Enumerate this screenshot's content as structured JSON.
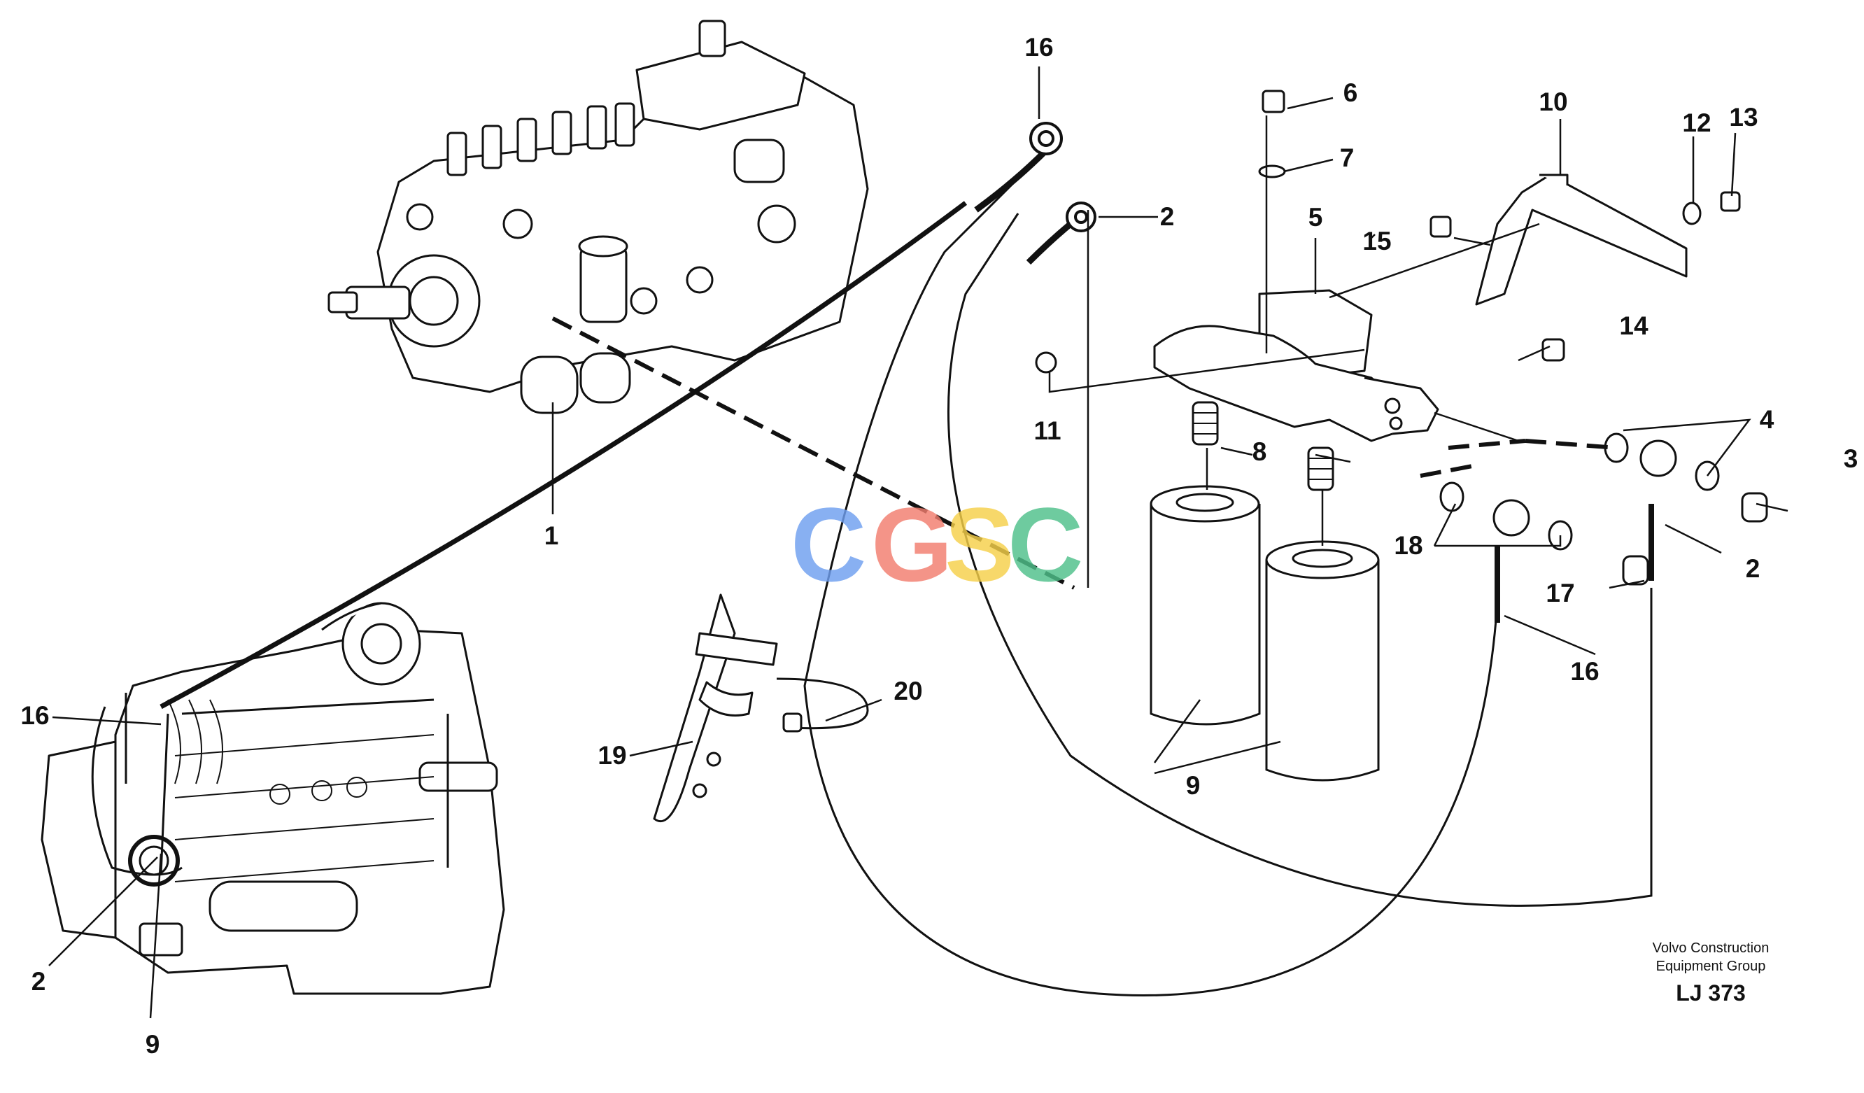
{
  "figure": {
    "callouts": [
      "16",
      "6",
      "7",
      "2",
      "5",
      "10",
      "12",
      "13",
      "15",
      "14",
      "11",
      "4",
      "3",
      "8",
      "1",
      "2",
      "18",
      "17",
      "16",
      "20",
      "19",
      "9",
      "16",
      "2",
      "9"
    ],
    "credit_line_1": "Volvo Construction",
    "credit_line_2": "Equipment Group",
    "reference": "LJ 373"
  },
  "watermark": {
    "letters": [
      "C",
      "G",
      "S",
      "C"
    ],
    "colors": [
      "#6f9ff0",
      "#f27d6e",
      "#f6d04a",
      "#4fc08a"
    ]
  },
  "colors": {
    "line": "#111111",
    "background": "#ffffff"
  }
}
